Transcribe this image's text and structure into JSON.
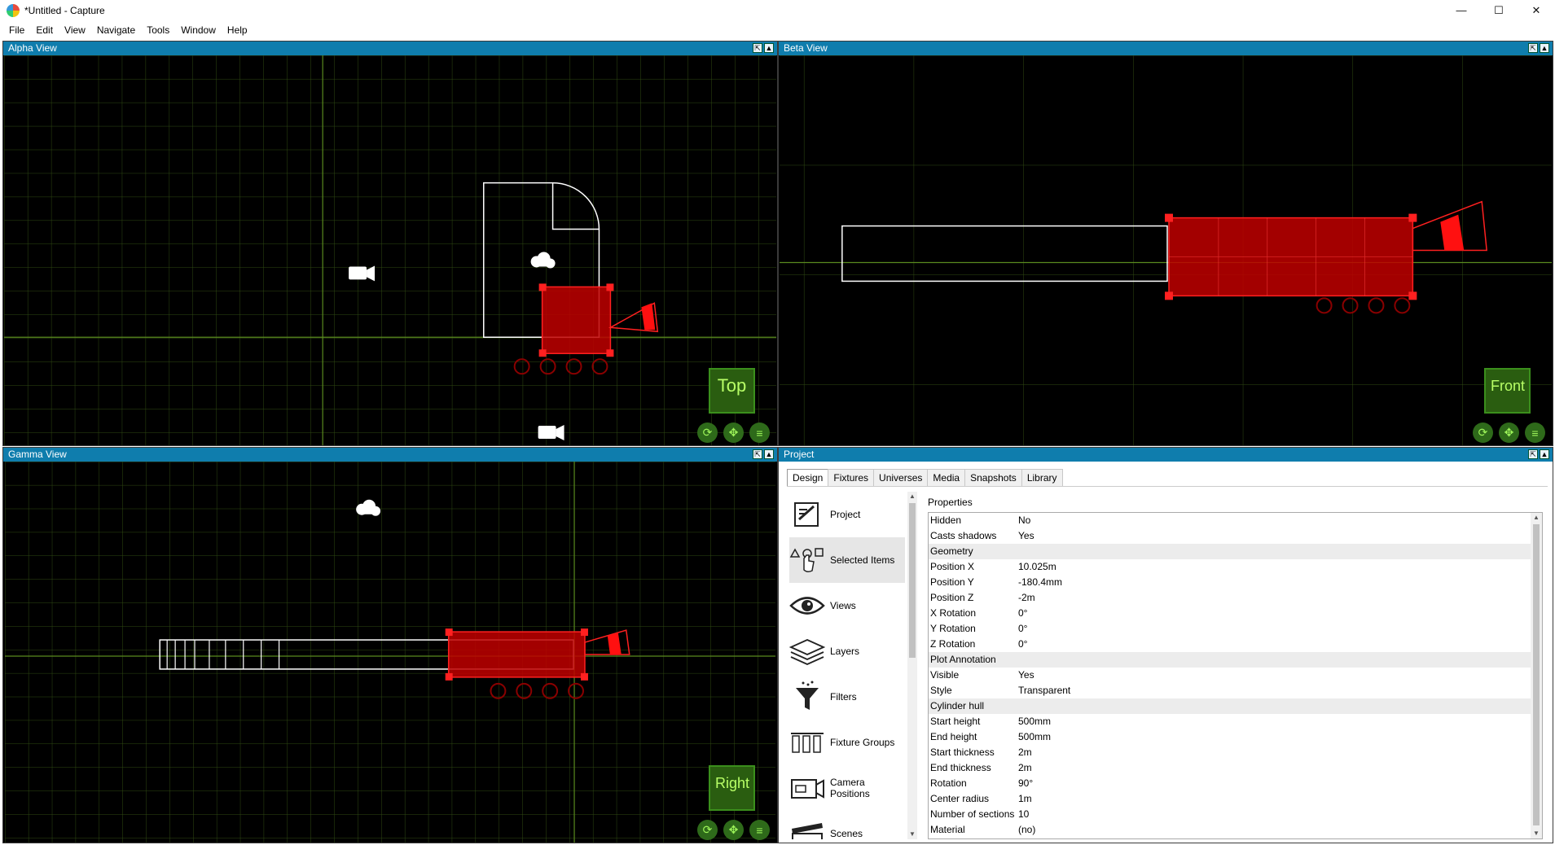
{
  "window": {
    "title": "*Untitled - Capture",
    "minimize": "—",
    "maximize": "☐",
    "close": "✕"
  },
  "menu": [
    "File",
    "Edit",
    "View",
    "Navigate",
    "Tools",
    "Window",
    "Help"
  ],
  "panels": {
    "alpha": {
      "title": "Alpha View",
      "label": "Top"
    },
    "beta": {
      "title": "Beta View",
      "label": "Front"
    },
    "gamma": {
      "title": "Gamma View",
      "label": "Right"
    },
    "project": {
      "title": "Project"
    }
  },
  "panel_ctrls": {
    "float": "⇱",
    "maximize": "▲"
  },
  "view_tools": {
    "orbit": "⟳",
    "pan": "✥",
    "menu": "≡"
  },
  "project": {
    "tabs": [
      "Design",
      "Fixtures",
      "Universes",
      "Media",
      "Snapshots",
      "Library"
    ],
    "active_tab": "Design",
    "nav": [
      {
        "label": "Project",
        "icon": "project-icon"
      },
      {
        "label": "Selected Items",
        "icon": "selected-items-icon"
      },
      {
        "label": "Views",
        "icon": "eye-icon"
      },
      {
        "label": "Layers",
        "icon": "layers-icon"
      },
      {
        "label": "Filters",
        "icon": "filter-icon"
      },
      {
        "label": "Fixture Groups",
        "icon": "fixture-groups-icon"
      },
      {
        "label": "Camera Positions",
        "icon": "camera-icon"
      },
      {
        "label": "Scenes",
        "icon": "clapper-icon"
      }
    ],
    "selected_nav": "Selected Items",
    "properties_title": "Properties",
    "properties": [
      {
        "name": "Hidden",
        "value": "No"
      },
      {
        "name": "Casts shadows",
        "value": "Yes"
      },
      {
        "section": "Geometry"
      },
      {
        "name": "Position X",
        "value": "10.025m"
      },
      {
        "name": "Position Y",
        "value": "-180.4mm"
      },
      {
        "name": "Position Z",
        "value": "-2m"
      },
      {
        "name": "X Rotation",
        "value": "0°"
      },
      {
        "name": "Y Rotation",
        "value": "0°"
      },
      {
        "name": "Z Rotation",
        "value": "0°"
      },
      {
        "section": "Plot Annotation"
      },
      {
        "name": "Visible",
        "value": "Yes"
      },
      {
        "name": "Style",
        "value": "Transparent"
      },
      {
        "section": "Cylinder hull"
      },
      {
        "name": "Start height",
        "value": "500mm"
      },
      {
        "name": "End height",
        "value": "500mm"
      },
      {
        "name": "Start thickness",
        "value": "2m"
      },
      {
        "name": "End thickness",
        "value": "2m"
      },
      {
        "name": "Rotation",
        "value": "90°"
      },
      {
        "name": "Center radius",
        "value": "1m"
      },
      {
        "name": "Number of sections",
        "value": "10"
      },
      {
        "name": "Material",
        "value": "(no)"
      }
    ]
  },
  "colors": {
    "header": "#0f7dad",
    "grid": "#2f4a12",
    "grid_axis": "#5a8a1e",
    "selection": "#c00000",
    "label_text": "#b8ff66"
  }
}
